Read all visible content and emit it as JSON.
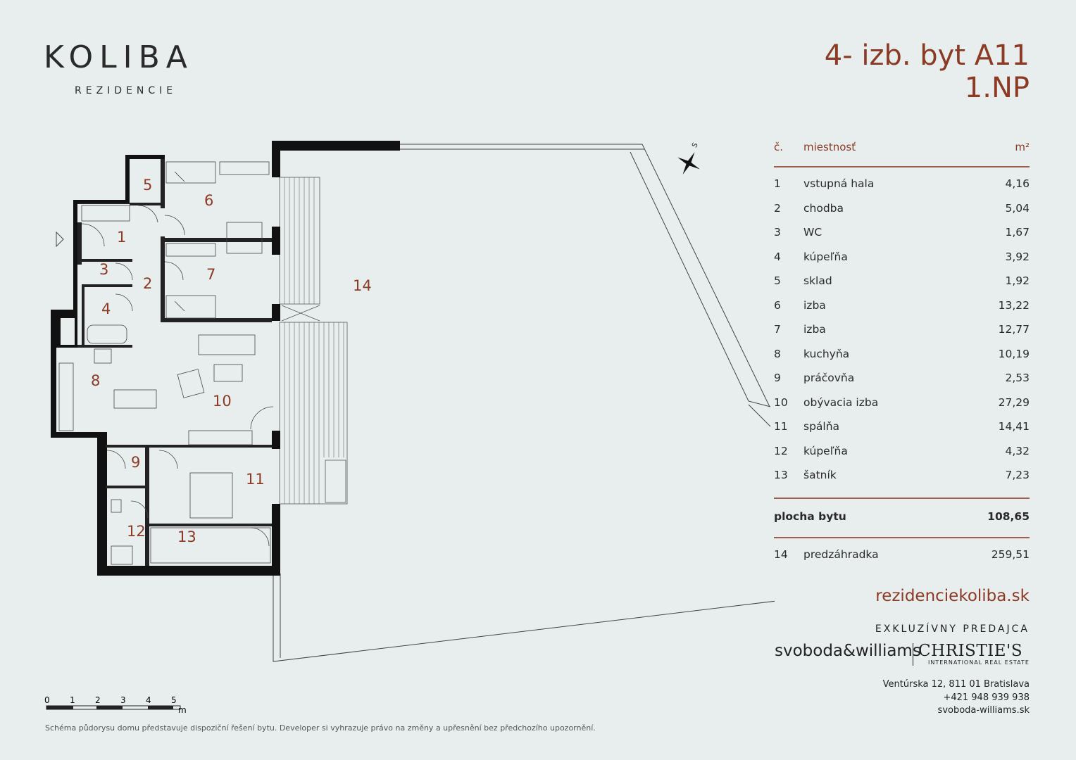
{
  "logo": {
    "name": "KOLIBA",
    "subtitle": "REZIDENCIE"
  },
  "title": {
    "line1": "4- izb. byt A11",
    "line2": "1.NP"
  },
  "table": {
    "headers": {
      "num": "č.",
      "room": "miestnosť",
      "area": "m²"
    },
    "rows": [
      {
        "num": "1",
        "name": "vstupná hala",
        "area": "4,16"
      },
      {
        "num": "2",
        "name": "chodba",
        "area": "5,04"
      },
      {
        "num": "3",
        "name": "WC",
        "area": "1,67"
      },
      {
        "num": "4",
        "name": "kúpeľňa",
        "area": "3,92"
      },
      {
        "num": "5",
        "name": "sklad",
        "area": "1,92"
      },
      {
        "num": "6",
        "name": "izba",
        "area": "13,22"
      },
      {
        "num": "7",
        "name": "izba",
        "area": "12,77"
      },
      {
        "num": "8",
        "name": "kuchyňa",
        "area": "10,19"
      },
      {
        "num": "9",
        "name": "práčovňa",
        "area": "2,53"
      },
      {
        "num": "10",
        "name": "obývacia izba",
        "area": "27,29"
      },
      {
        "num": "11",
        "name": "spálňa",
        "area": "14,41"
      },
      {
        "num": "12",
        "name": "kúpeľňa",
        "area": "4,32"
      },
      {
        "num": "13",
        "name": "šatník",
        "area": "7,23"
      }
    ],
    "total": {
      "label": "plocha bytu",
      "area": "108,65"
    },
    "extra": {
      "num": "14",
      "name": "predzáhradka",
      "area": "259,51"
    }
  },
  "website": "rezidenciekoliba.sk",
  "exclusive": "EXKLUZÍVNY PREDAJCA",
  "brand": {
    "svoboda": "svoboda&williams",
    "christies": "CHRISTIE'S",
    "christies_sub": "INTERNATIONAL REAL ESTATE"
  },
  "contact": {
    "address": "Ventúrska 12, 811 01 Bratislava",
    "phone": "+421 948 939 938",
    "site": "svoboda-williams.sk"
  },
  "scale": {
    "labels": [
      "0",
      "1",
      "2",
      "3",
      "4",
      "5"
    ],
    "unit": "m"
  },
  "compass": "S",
  "disclaimer": "Schéma půdorysu domu představuje dispoziční řešení bytu. Developer si vyhrazuje právo na změny a upřesnění bez předchozího upozornění.",
  "plan_labels": [
    "1",
    "2",
    "3",
    "4",
    "5",
    "6",
    "7",
    "8",
    "9",
    "10",
    "11",
    "12",
    "13",
    "14"
  ],
  "colors": {
    "accent": "#8b3a24",
    "background": "#e8eeee",
    "wall": "#111111"
  }
}
